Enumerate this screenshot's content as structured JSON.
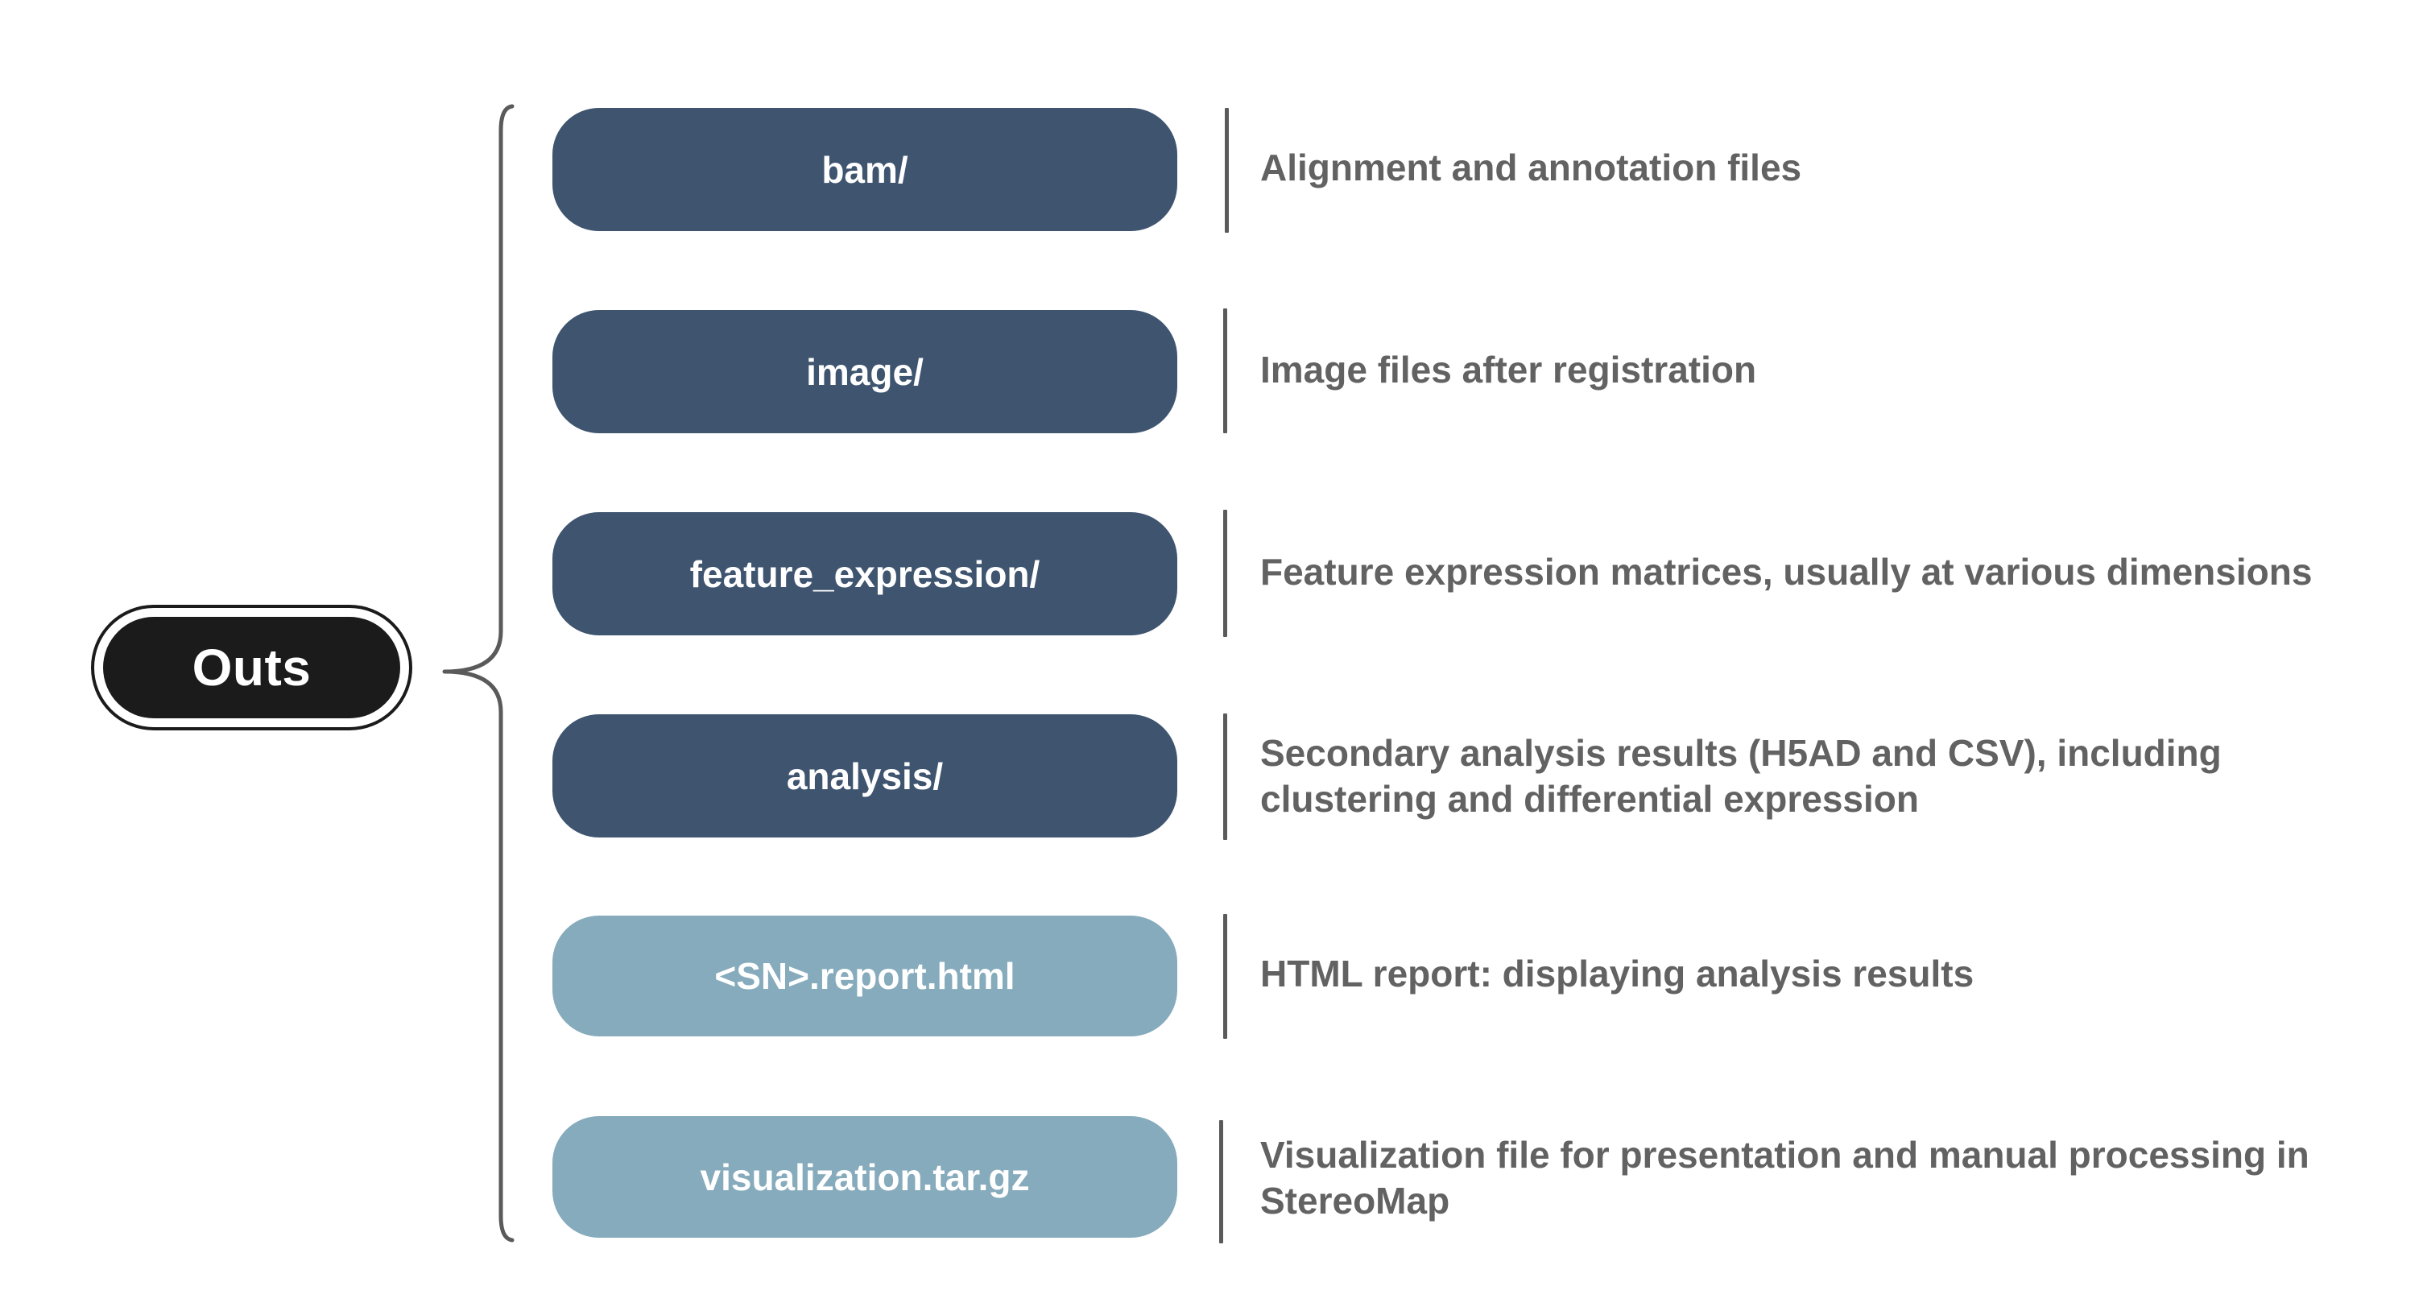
{
  "root": {
    "label": "Outs"
  },
  "items": [
    {
      "label": "bam/",
      "description": "Alignment and annotation files",
      "tone": "dark"
    },
    {
      "label": "image/",
      "description": "Image files after registration",
      "tone": "dark"
    },
    {
      "label": "feature_expression/",
      "description": "Feature expression matrices, usually at various dimensions",
      "tone": "dark"
    },
    {
      "label": "analysis/",
      "description": "Secondary analysis results (H5AD and CSV), including clustering and differential expression",
      "tone": "dark"
    },
    {
      "label": "<SN>.report.html",
      "description": "HTML report: displaying analysis results",
      "tone": "light"
    },
    {
      "label": "visualization.tar.gz",
      "description": "Visualization file for presentation and manual processing in StereoMap",
      "tone": "light"
    }
  ],
  "colors": {
    "root_fill": "#1b1b1b",
    "folder_dark": "#3e546f",
    "file_light": "#86abbc",
    "description_text": "#626262",
    "connector": "#5a5a5a"
  }
}
